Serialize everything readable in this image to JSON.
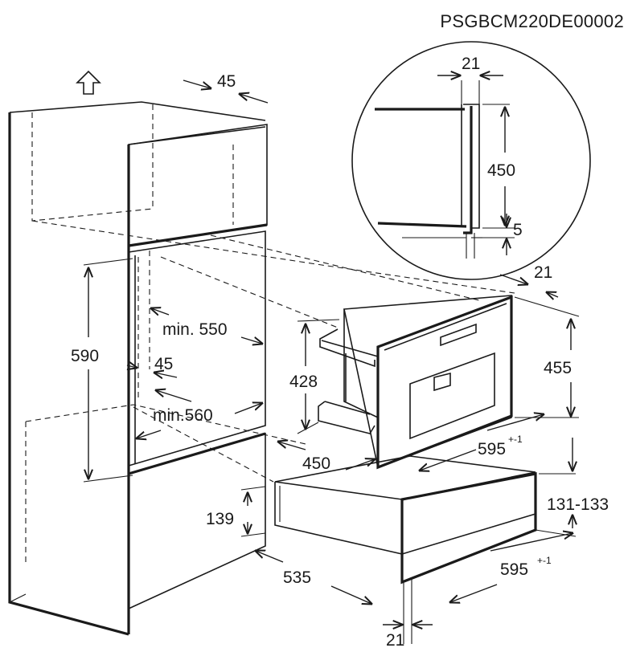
{
  "drawing_code": "PSGBCM220DE00002",
  "dimensions": {
    "top_depth": "45",
    "niche_height": "590",
    "niche_depth_min": "min. 550",
    "niche_gap": "45",
    "niche_width_min": "min.560",
    "drawer_front_height": "139",
    "carcass_depth": "535",
    "bottom_gap": "21",
    "appliance_offset": "21",
    "appliance_height": "455",
    "appliance_body_height": "428",
    "appliance_depth": "450",
    "appliance_width": "595",
    "appliance_width_tolerance": "+-1",
    "drawer_height": "131-133",
    "drawer_width": "595",
    "drawer_width_tolerance": "+-1",
    "detail_gap_top": "21",
    "detail_height": "450",
    "detail_gap_bottom": "5"
  },
  "icons": {
    "up_arrow": "up-arrow-icon"
  }
}
